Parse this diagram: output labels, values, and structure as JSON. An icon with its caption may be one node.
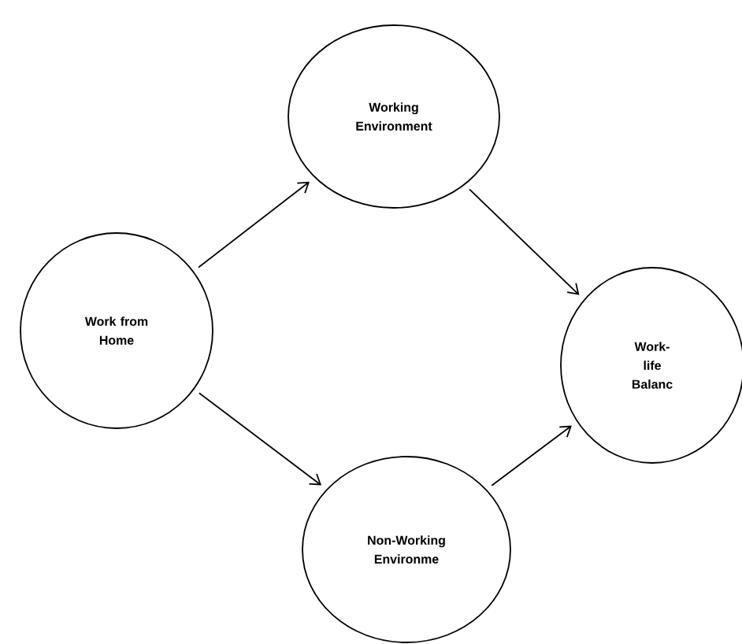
{
  "diagram": {
    "nodes": [
      {
        "text": [
          "Working Environment"
        ]
      },
      {
        "text": [
          "Work from Home"
        ]
      },
      {
        "text": [
          "Work-life Balanc"
        ]
      },
      {
        "text": [
          "Non-Working Environme"
        ]
      }
    ],
    "edges": [
      {
        "from": 1,
        "to": 0,
        "arrow": "to"
      },
      {
        "from": 0,
        "to": 2,
        "arrow": "to"
      },
      {
        "from": 1,
        "to": 3,
        "arrow": "to"
      },
      {
        "from": 3,
        "to": 2,
        "arrow": "to"
      }
    ]
  }
}
